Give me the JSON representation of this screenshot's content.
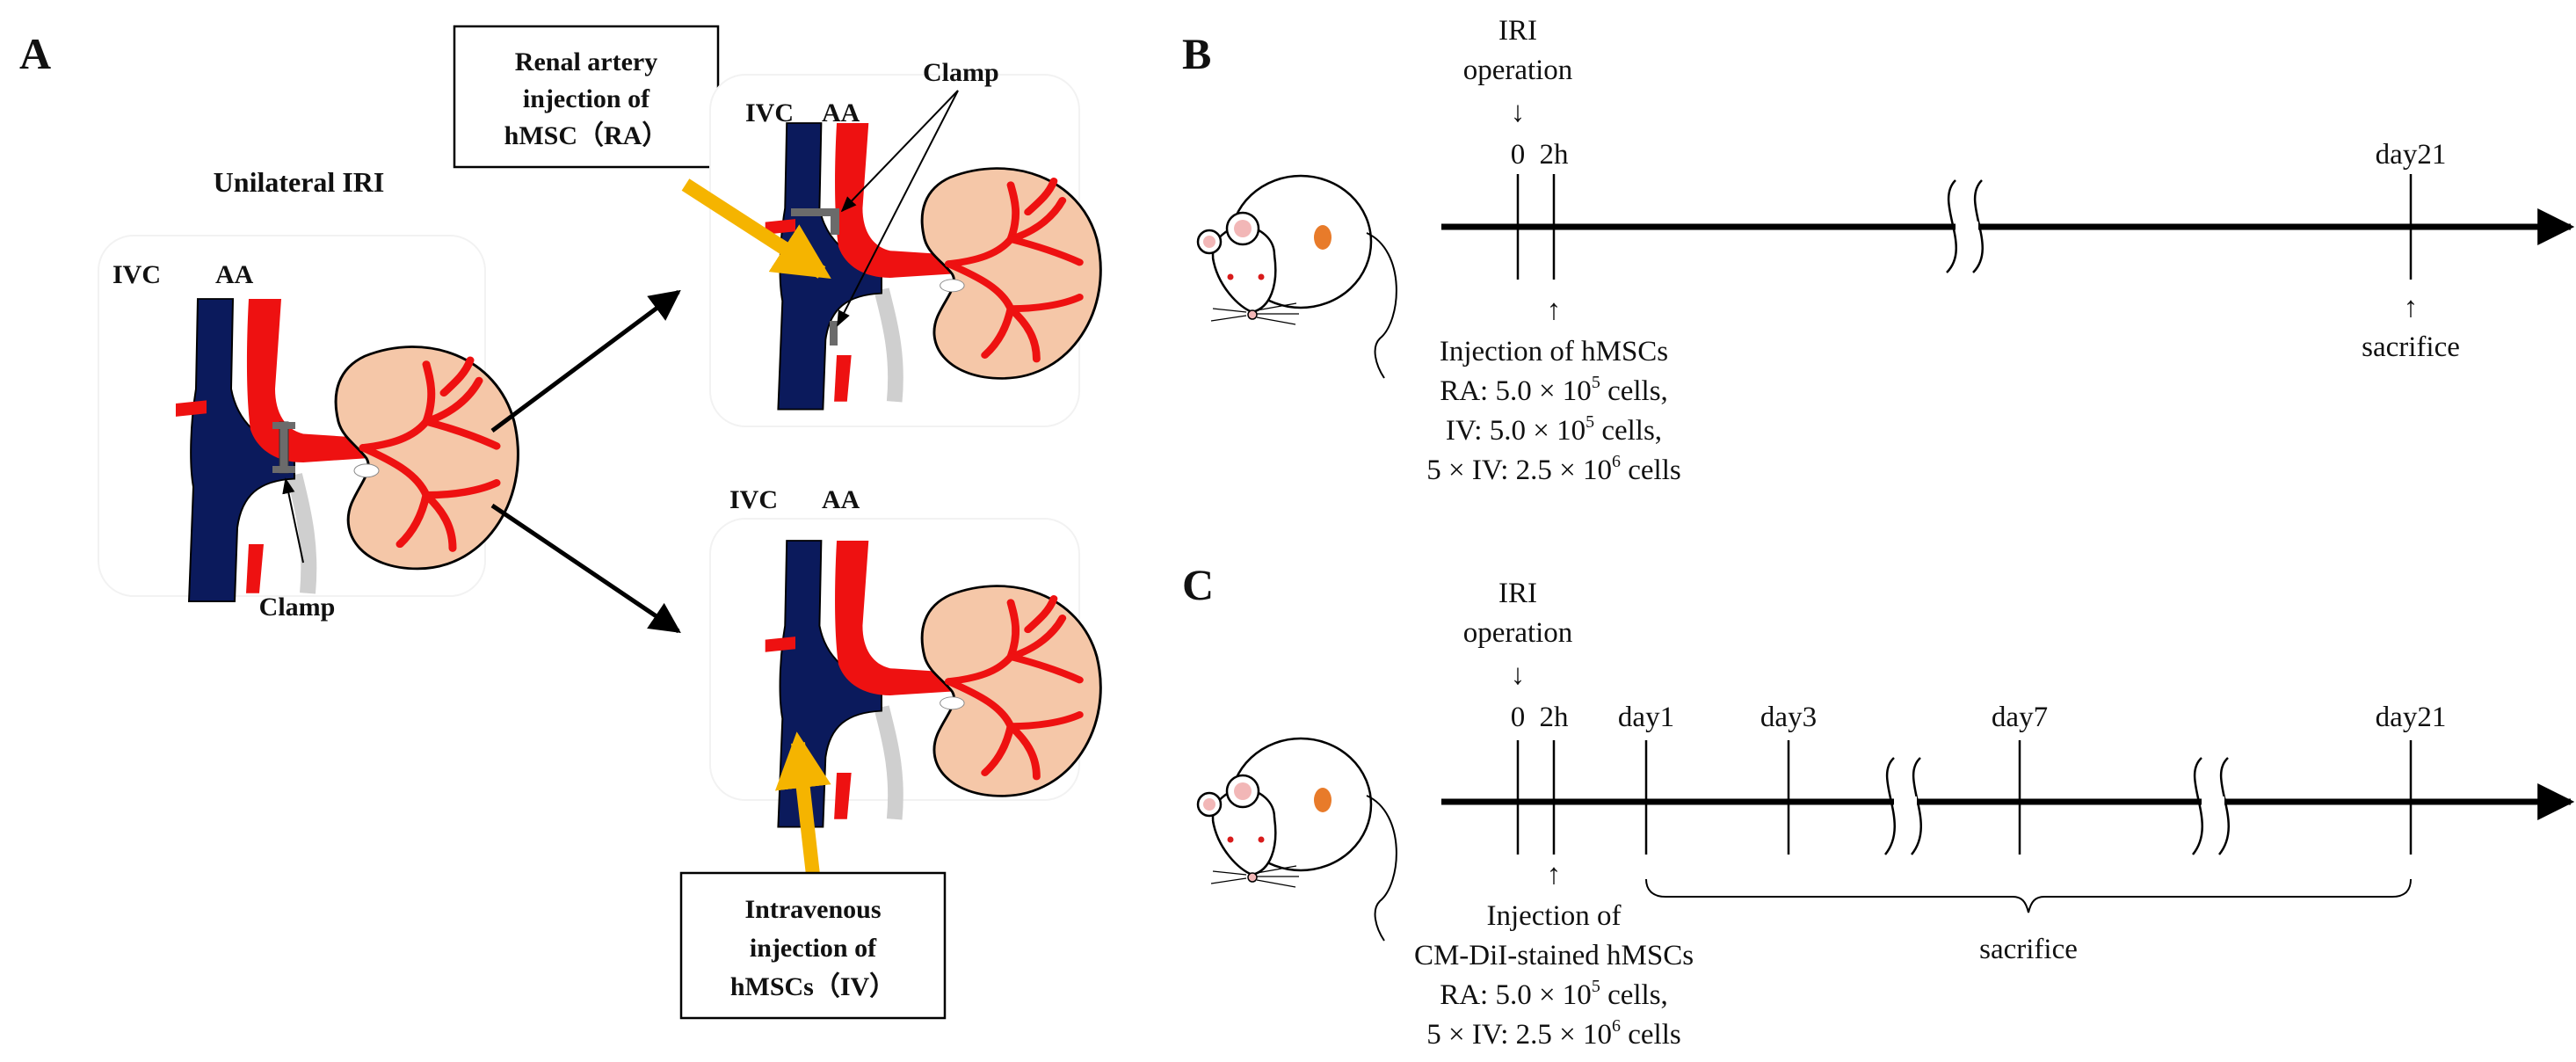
{
  "panels": {
    "a": "A",
    "b": "B",
    "c": "C"
  },
  "panel_a": {
    "unilateral_title": "Unilateral IRI",
    "ivc": "IVC",
    "aa": "AA",
    "clamp": "Clamp",
    "ra_box": [
      "Renal artery",
      "injection of",
      "hMSC（RA）"
    ],
    "iv_box": [
      "Intravenous",
      "injection of",
      "hMSCs（IV）"
    ],
    "colors": {
      "vein": "#0b1a5c",
      "artery": "#ee1111",
      "kidney": "#f5c7a8",
      "arrow": "#f5b400",
      "clamp": "#6b6b6b",
      "ureter": "#cfcfcf"
    }
  },
  "panel_b": {
    "event": [
      "IRI",
      "operation"
    ],
    "down_arrow": "↓",
    "up_arrow": "↑",
    "ticks": [
      "0",
      "2h",
      "day21"
    ],
    "injection": "Injection of  hMSCs",
    "doses": [
      {
        "prefix": "RA:  5.0 × 10",
        "exp": "5",
        "suffix": " cells,"
      },
      {
        "prefix": "IV:  5.0 × 10",
        "exp": "5",
        "suffix": " cells,"
      },
      {
        "prefix": "5 × IV:  2.5 × 10",
        "exp": "6",
        "suffix": " cells"
      }
    ],
    "end": "sacrifice"
  },
  "panel_c": {
    "event": [
      "IRI",
      "operation"
    ],
    "down_arrow": "↓",
    "up_arrow": "↑",
    "ticks": [
      "0",
      "2h",
      "day1",
      "day3",
      "day7",
      "day21"
    ],
    "injection": [
      "Injection of",
      "CM-DiI-stained  hMSCs"
    ],
    "doses": [
      {
        "prefix": "RA:  5.0 × 10",
        "exp": "5",
        "suffix": " cells,"
      },
      {
        "prefix": "5 × IV:  2.5 × 10",
        "exp": "6",
        "suffix": " cells"
      }
    ],
    "end": "sacrifice"
  }
}
